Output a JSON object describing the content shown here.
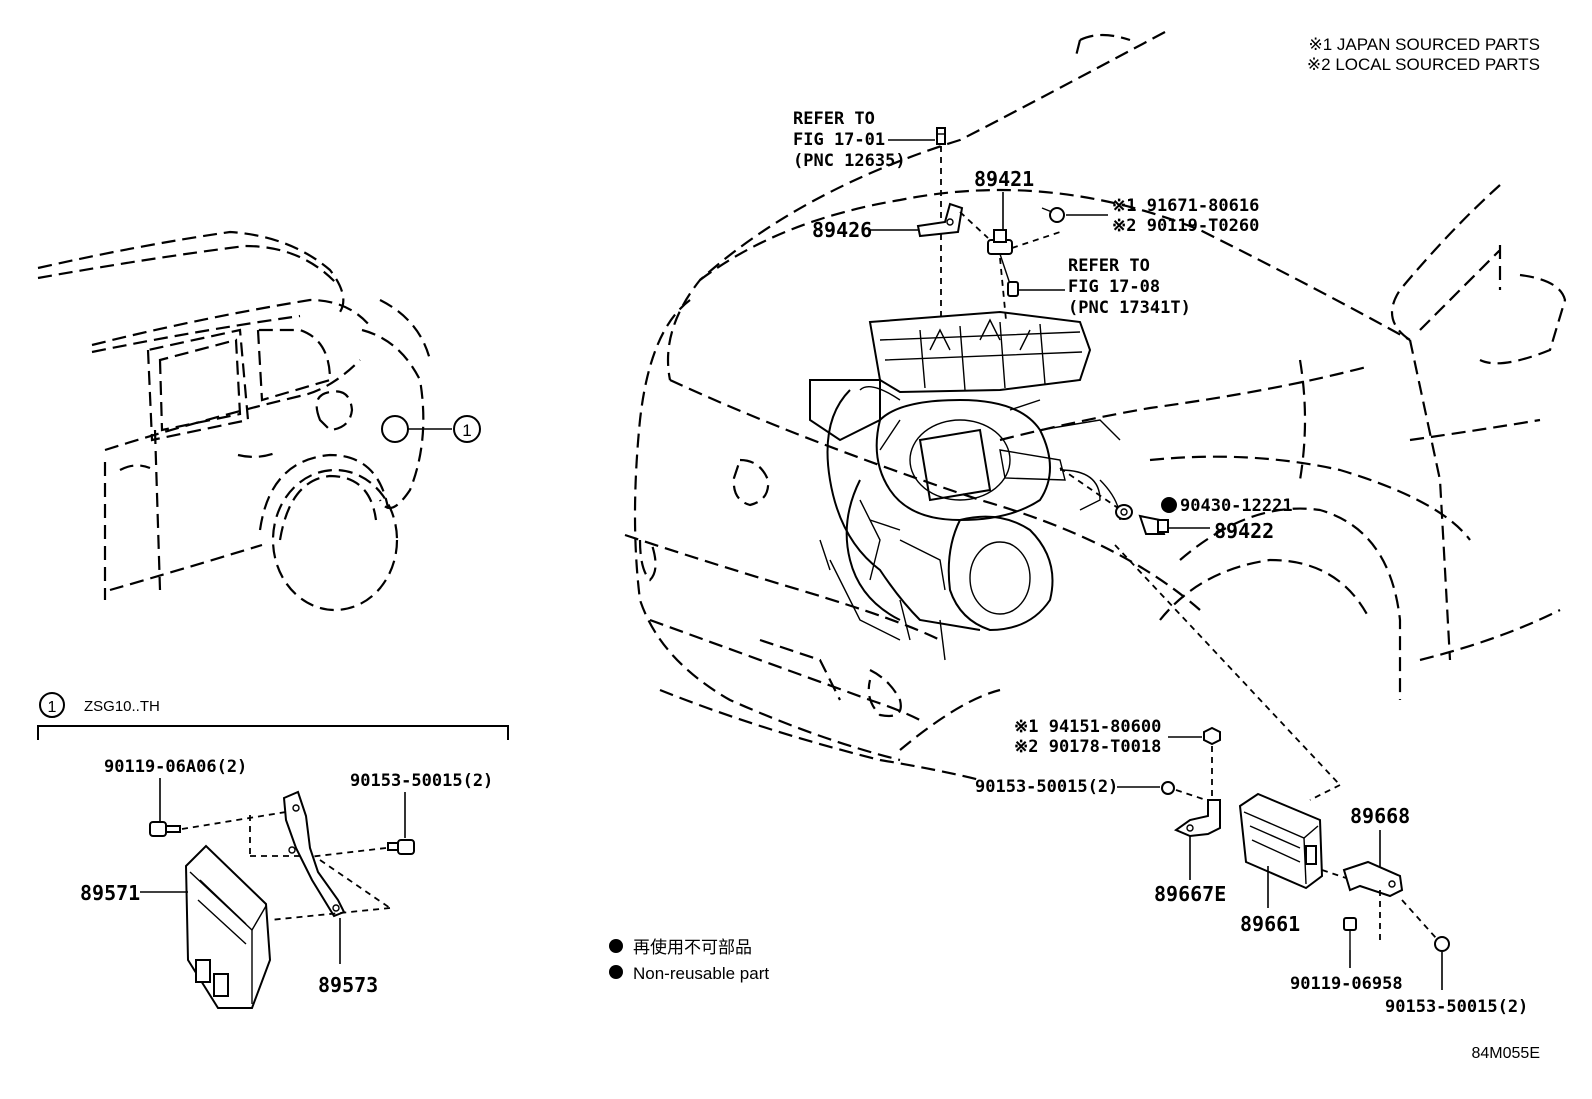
{
  "notes": {
    "note1": "※1 JAPAN SOURCED PARTS",
    "note2": "※2 LOCAL SOURCED PARTS"
  },
  "references": {
    "ref1": {
      "line1": "REFER TO",
      "line2": "FIG 17-01",
      "line3": "(PNC 12635)"
    },
    "ref2": {
      "line1": "REFER TO",
      "line2": "FIG 17-08",
      "line3": "(PNC 17341T)"
    }
  },
  "parts": {
    "p89421": "89421",
    "p89426": "89426",
    "p91671": "※1 91671-80616",
    "p90119_t0260": "※2 90119-T0260",
    "p90430": "90430-12221",
    "p89422": "89422",
    "p94151": "※1 94151-80600",
    "p90178": "※2 90178-T0018",
    "p90153_mid": "90153-50015(2)",
    "p89668": "89668",
    "p89667e": "89667E",
    "p89661": "89661",
    "p90119_06958": "90119-06958",
    "p90153_bottom": "90153-50015(2)",
    "p90119_06a06": "90119-06A06(2)",
    "p90153_left": "90153-50015(2)",
    "p89571": "89571",
    "p89573": "89573"
  },
  "callout": {
    "marker": "1",
    "variant_marker": "1",
    "variant_code": "ZSG10..TH"
  },
  "legend": {
    "jp": "再使用不可部品",
    "en": "Non-reusable part"
  },
  "figure_code": "84M055E",
  "colors": {
    "ink": "#000000",
    "paper": "#ffffff"
  }
}
